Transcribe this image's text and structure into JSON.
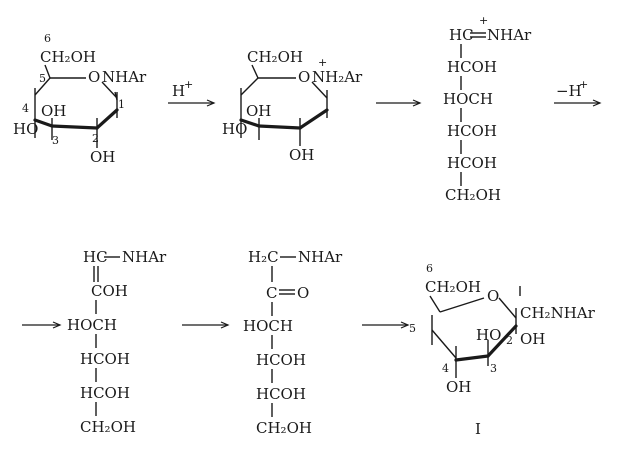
{
  "arrows": {
    "a1": "H",
    "a1_sup": "+",
    "a3": "−H",
    "a3_sup": "+"
  },
  "s1": {
    "c6": "6",
    "ch2oh": "CH₂OH",
    "c5": "5",
    "ring_o": "O",
    "nhar": "NHAr",
    "c1": "1",
    "c4": "4",
    "oh4": "OH",
    "ho": "HO",
    "c3": "3",
    "c2": "2",
    "oh2": "OH"
  },
  "s2": {
    "ch2oh": "CH₂OH",
    "ring_o": "O",
    "nh2ar": "NH₂Ar",
    "plus": "+",
    "oh4": "OH",
    "ho": "HO",
    "oh2": "OH"
  },
  "s3": {
    "hc": "HC",
    "nhar": "NHAr",
    "plus": "+",
    "r1": "HCOH",
    "r2": "HOCH",
    "r3": "HCOH",
    "r4": "HCOH",
    "r5": "CH₂OH"
  },
  "s4": {
    "hc": "HC",
    "nhar": "NHAr",
    "r1": "COH",
    "r2": "HOCH",
    "r3": "HCOH",
    "r4": "HCOH",
    "r5": "CH₂OH"
  },
  "s5": {
    "h2c": "H₂C",
    "nhar": "NHAr",
    "co_c": "C",
    "co_o": "O",
    "r2": "HOCH",
    "r3": "HCOH",
    "r4": "HCOH",
    "r5": "CH₂OH"
  },
  "s6": {
    "c6": "6",
    "ch2oh": "CH₂OH",
    "ring_o": "O",
    "ch2nhar": "CH₂NHAr",
    "c5": "5",
    "ho": "HO",
    "c2": "2",
    "oh2": "OH",
    "c4": "4",
    "c3": "3",
    "oh4": "OH",
    "label": "I"
  }
}
